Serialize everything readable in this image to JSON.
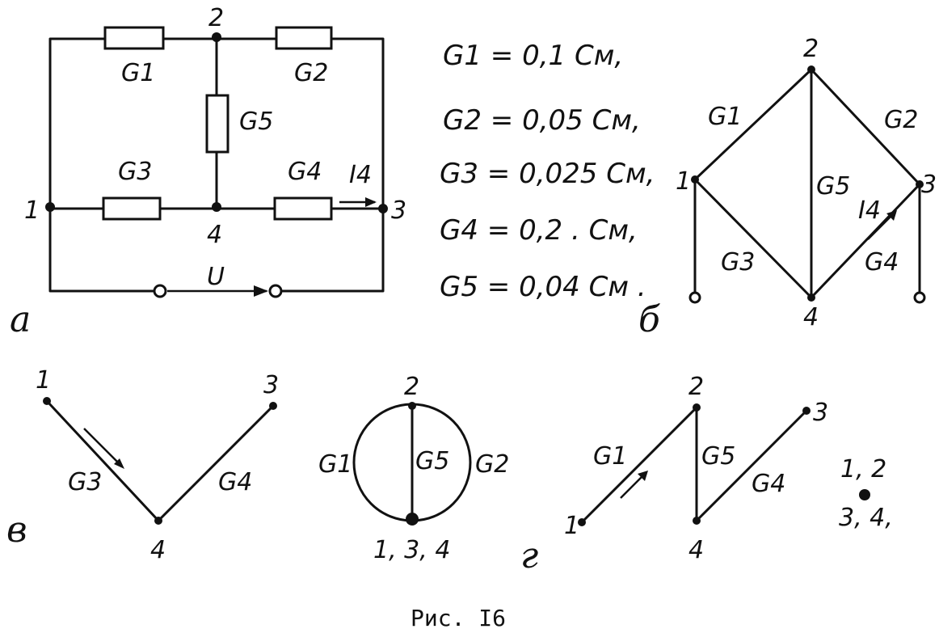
{
  "panel_a": {
    "label": "a",
    "nodes": [
      "1",
      "2",
      "3",
      "4"
    ],
    "res": [
      "G1",
      "G2",
      "G3",
      "G4",
      "G5"
    ],
    "current": "I4",
    "voltage": "U"
  },
  "equations": [
    "G1 = 0,1  См,",
    "G2 = 0,05  См,",
    "G3 = 0,025 См,",
    "G4 = 0,2 . См,",
    "G5 = 0,04 См ."
  ],
  "panel_b": {
    "label": "б",
    "nodes": [
      "1",
      "2",
      "3",
      "4"
    ],
    "edges": [
      "G1",
      "G2",
      "G3",
      "G4",
      "G5"
    ],
    "current": "I4"
  },
  "panel_v": {
    "label": "в",
    "nodes": [
      "1",
      "3",
      "4"
    ],
    "edges": [
      "G3",
      "G4"
    ]
  },
  "panel_circle": {
    "nodes": [
      "2",
      "1, 3, 4"
    ],
    "edges": [
      "G1",
      "G5",
      "G2"
    ]
  },
  "panel_g": {
    "label": "г",
    "nodes": [
      "1",
      "2",
      "3",
      "4"
    ],
    "edges": [
      "G1",
      "G5",
      "G4"
    ],
    "merged_top": "1, 2",
    "merged_bottom": "3, 4,"
  },
  "caption": "Рис. I6"
}
